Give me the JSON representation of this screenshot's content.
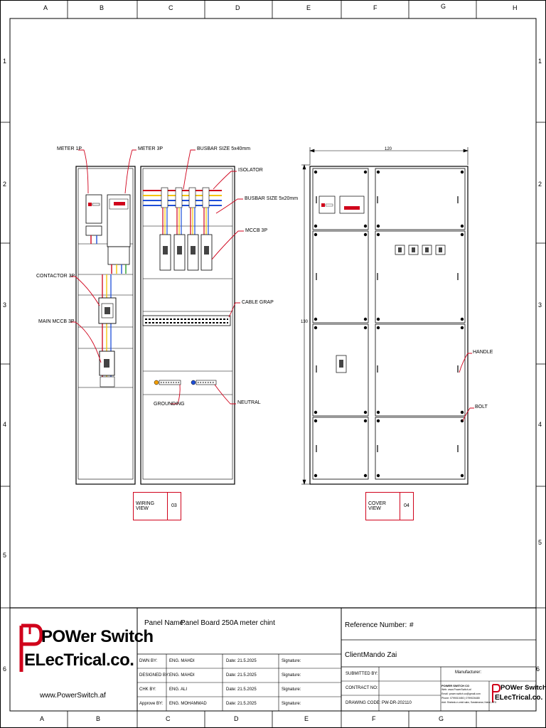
{
  "grid": {
    "cols_top": [
      "A",
      "B",
      "C",
      "D",
      "E",
      "F",
      "G",
      "H"
    ],
    "cols_bottom": [
      "A",
      "B",
      "C",
      "D",
      "E",
      "F",
      "G"
    ],
    "rows_left": [
      "1",
      "2",
      "3",
      "4",
      "5",
      "6"
    ],
    "rows_right": [
      "1",
      "2",
      "3",
      "4",
      "5",
      "6"
    ]
  },
  "wiring_view": {
    "labels": {
      "meter_1p": "METER 1P",
      "meter_3p": "METER 3P",
      "busbar_main": "BUSBAR SIZE 5x40mm",
      "isolator": "ISOLATOR",
      "busbar_small": "BUSBAR SIZE 5x20mm",
      "mccb_3p": "MCCB 3P",
      "contactor_3p": "CONTACTOR 3P",
      "main_mccb_3p": "MAIN MCCB 3P",
      "cable_grap": "CABLE GRAP",
      "grounding": "GROUNDING",
      "neutral": "NEUTRAL"
    },
    "caption": {
      "title": "WIRING VIEW",
      "number": "03"
    }
  },
  "cover_view": {
    "dim_width": "120",
    "dim_height": "130",
    "labels": {
      "handle": "HANDLE",
      "bolt": "BOLT"
    },
    "caption": {
      "title": "COVER VIEW",
      "number": "04"
    }
  },
  "title_block": {
    "logo": {
      "line1": "POWer Switch",
      "line2": "ELecTrical.co.",
      "website": "www.PowerSwitch.af"
    },
    "panel_name_label": "Panel Name:",
    "panel_name": "Panel Board 250A meter chint",
    "reference_label": "Reference Number:",
    "reference_value": "#",
    "client_label": "Client:",
    "client_value": "Mando Zai",
    "rows": [
      {
        "role": "DWN BY:",
        "name": "ENG. MAHDI",
        "date": "Date: 21.5.2025",
        "sig": "Signature:"
      },
      {
        "role": "DESIGNED BY:",
        "name": "ENG. MAHDI",
        "date": "Date: 21.5.2025",
        "sig": "Signature:"
      },
      {
        "role": "CHK BY:",
        "name": "ENG. ALI",
        "date": "Date: 21.5.2025",
        "sig": "Signature:"
      },
      {
        "role": "Approve BY:",
        "name": "ENG. MOHAMMAD",
        "date": "Date: 21.5.2025",
        "sig": "Signature:"
      }
    ],
    "submitted_by": "SUBMITTED BY:",
    "contract_no": "CONTRACT NO:",
    "drawing_code_label": "DRAWING CODE:",
    "drawing_code": "PW-DR-202110",
    "manufacturer_label": "Manufacturer:",
    "manufacturer": {
      "name": "POWER SWITCH CO",
      "web": "Web: www.PowerSwitch.af",
      "email": "Email: power.switch.co@gmail.com",
      "phone": "Phone: 0799010450 | 0799026480",
      "address": "Add: Shahrak-e-omid sabz, Sarakmanar, Kabul, AFG"
    },
    "small_logo": {
      "line1": "POWer Switch",
      "line2": "ELecTrical.co."
    }
  },
  "colors": {
    "red": "#d0021b",
    "yellow": "#f5c400",
    "blue": "#1f4fd8",
    "green": "#2aa02a"
  }
}
